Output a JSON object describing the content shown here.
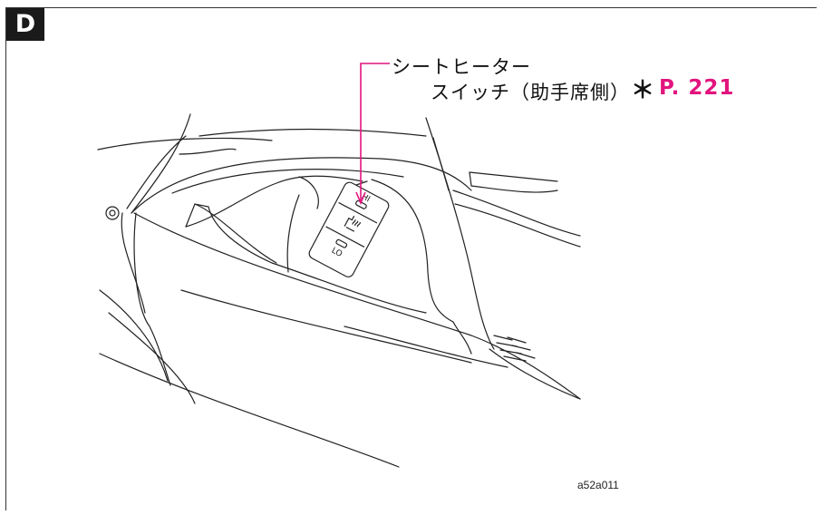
{
  "section_badge": "D",
  "callout": {
    "line1": "シートヒーター",
    "line2": "スイッチ（助手席側）",
    "asterisk": "＊",
    "page_ref": "P. 221",
    "accent_color": "#e2147d"
  },
  "switch": {
    "hi_label": "HI",
    "lo_label": "LO"
  },
  "image_code": "a52a011"
}
